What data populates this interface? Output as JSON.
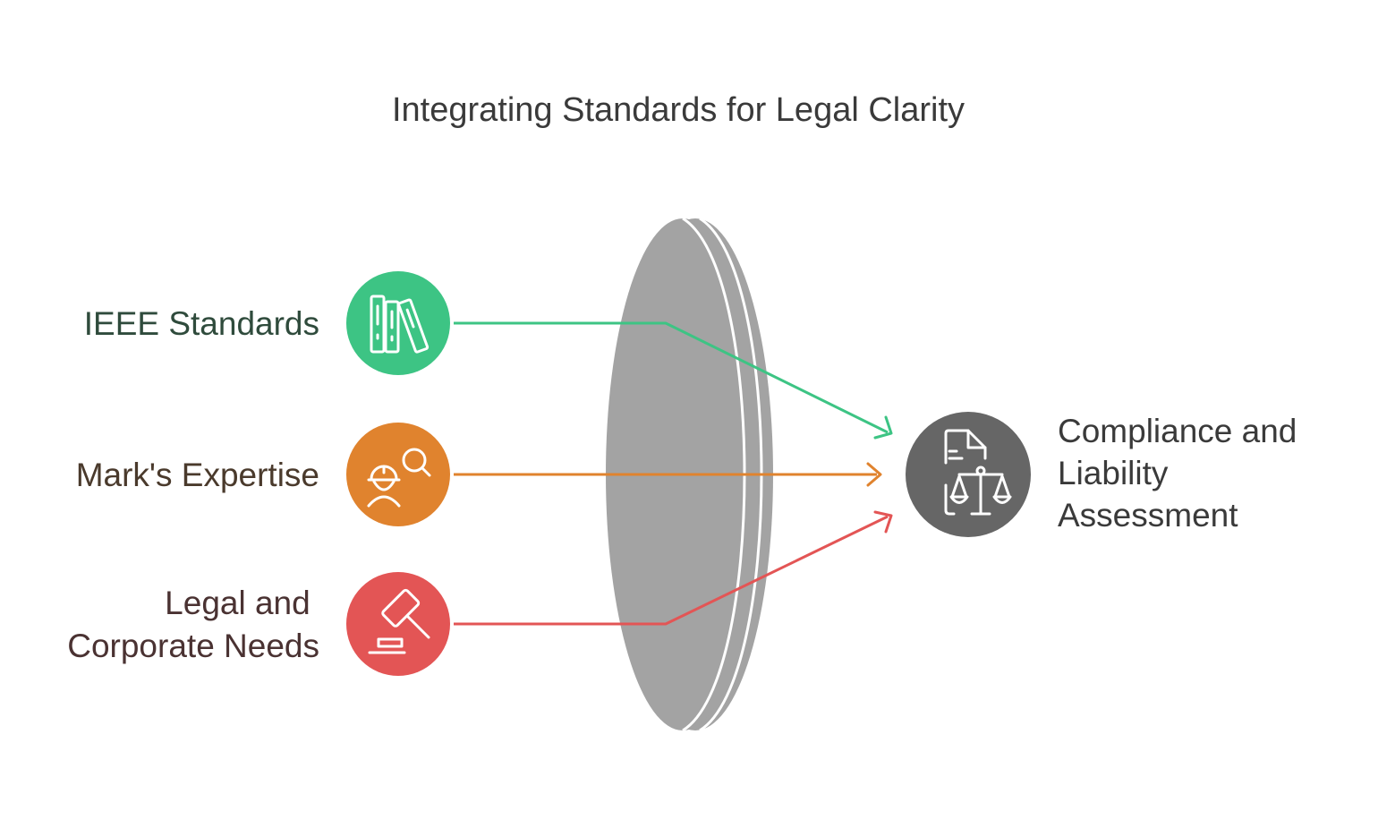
{
  "title": "Integrating Standards for Legal Clarity",
  "inputs": [
    {
      "label_lines": [
        "IEEE Standards"
      ],
      "icon": "binders-icon",
      "color": "#3dc484",
      "label_color": "#2f4b3c"
    },
    {
      "label_lines": [
        "Mark's Expertise"
      ],
      "icon": "engineer-search-icon",
      "color": "#e0832e",
      "label_color": "#4a3a2c"
    },
    {
      "label_lines": [
        "Legal and",
        "Corporate Needs"
      ],
      "icon": "gavel-icon",
      "color": "#e35555",
      "label_color": "#4a3232"
    }
  ],
  "lens_color": "#a3a3a3",
  "output": {
    "label_lines": [
      "Compliance and",
      "Liability",
      "Assessment"
    ],
    "icon": "document-scales-icon",
    "color": "#666666",
    "label_color": "#3a3a3a"
  }
}
